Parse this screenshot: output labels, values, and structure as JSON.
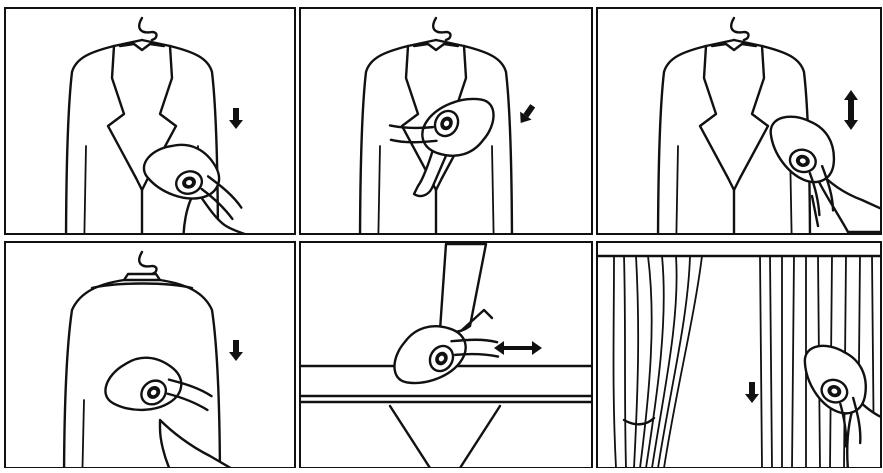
{
  "illustration": {
    "panels": [
      {
        "scene": "jacket-front",
        "arrow": "down"
      },
      {
        "scene": "jacket-front-inner",
        "arrow": "down-left"
      },
      {
        "scene": "jacket-front",
        "arrow": "up-down"
      },
      {
        "scene": "jacket-back",
        "arrow": "down"
      },
      {
        "scene": "ironing-board",
        "arrow": "left-right"
      },
      {
        "scene": "curtains",
        "arrow": "down"
      }
    ]
  },
  "icons": [
    "hanger-icon",
    "garment-steamer-icon",
    "hand-icon",
    "arrow-icon",
    "curtain-icon",
    "ironing-board-icon"
  ]
}
